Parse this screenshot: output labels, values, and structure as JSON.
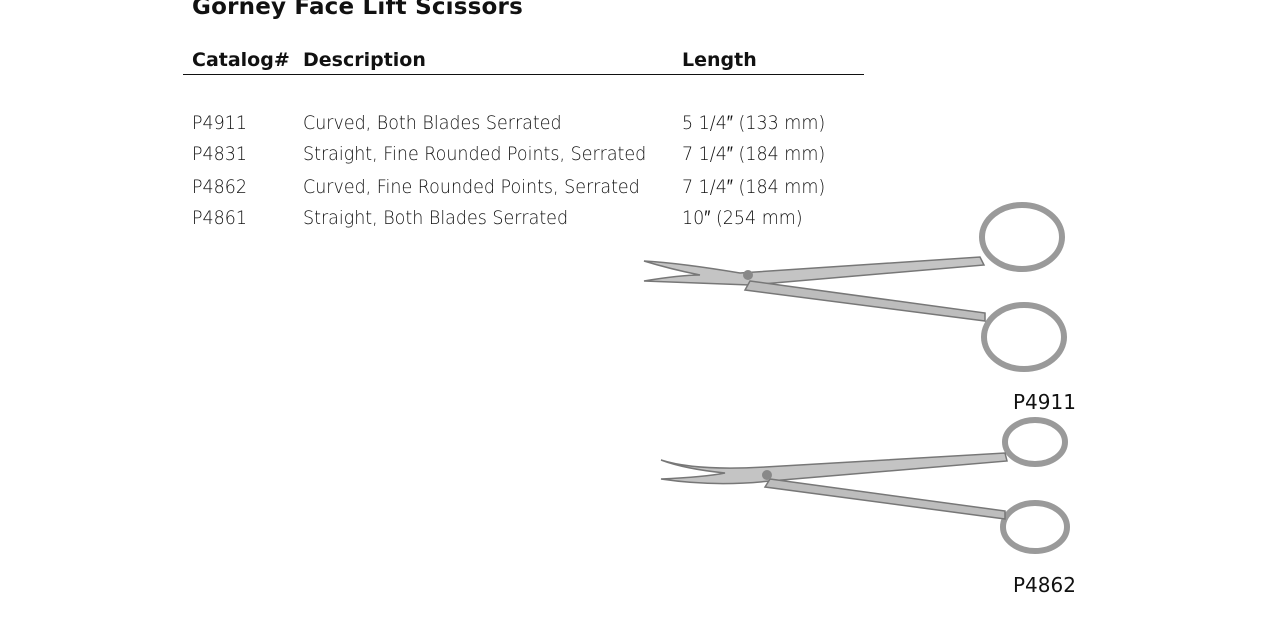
{
  "title": "Gorney Face Lift Scissors",
  "table": {
    "headers": [
      "Catalog#",
      "Description",
      "Length"
    ],
    "rows": [
      {
        "catalog": "P4911",
        "description": "Curved, Both Blades Serrated",
        "length": "5 1/4″ (133 mm)"
      },
      {
        "catalog": "P4831",
        "description": "Straight, Fine Rounded Points, Serrated",
        "length": "7 1/4″ (184 mm)"
      },
      {
        "catalog": "P4862",
        "description": "Curved, Fine Rounded Points, Serrated",
        "length": "7 1/4″ (184 mm)"
      },
      {
        "catalog": "P4861",
        "description": "Straight, Both Blades Serrated",
        "length": "10″ (254 mm)"
      }
    ]
  },
  "images": [
    {
      "label": "P4911"
    },
    {
      "label": "P4862"
    }
  ]
}
